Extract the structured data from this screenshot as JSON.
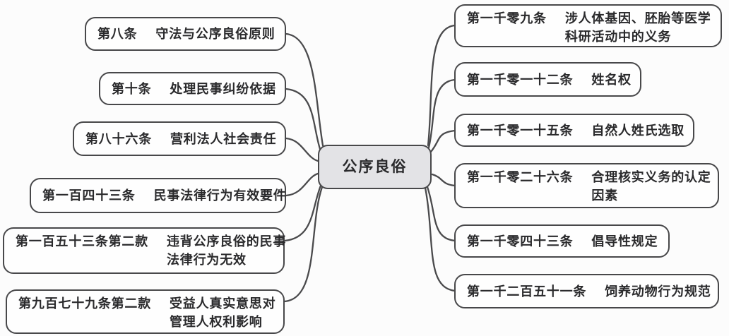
{
  "center": {
    "label": "公序良俗"
  },
  "left": {
    "a8": {
      "article": "第八条",
      "desc": "守法与公序良俗原则"
    },
    "a10": {
      "article": "第十条",
      "desc": "处理民事纠纷依据"
    },
    "a86": {
      "article": "第八十六条",
      "desc": "营利法人社会责任"
    },
    "a143": {
      "article": "第一百四十三条",
      "desc": "民事法律行为有效要件"
    },
    "a153": {
      "article": "第一百五十三条第二款",
      "desc": "违背公序良俗的民事",
      "desc2": "法律行为无效"
    },
    "a979": {
      "article": "第九百七十九条第二款",
      "desc": "受益人真实意思对",
      "desc2": "管理人权利影响"
    }
  },
  "right": {
    "a1009": {
      "article": "第一千零九条",
      "desc": "涉人体基因、胚胎等医学",
      "desc2": "科研活动中的义务"
    },
    "a1012": {
      "article": "第一千零一十二条",
      "desc": "姓名权"
    },
    "a1015": {
      "article": "第一千零一十五条",
      "desc": "自然人姓氏选取"
    },
    "a1026": {
      "article": "第一千零二十六条",
      "desc": "合理核实义务的认定",
      "desc2": "因素"
    },
    "a1043": {
      "article": "第一千零四十三条",
      "desc": "倡导性规定"
    },
    "a1251": {
      "article": "第一千二百五十一条",
      "desc": "饲养动物行为规范"
    }
  },
  "colors": {
    "line": "#4a4a4c",
    "node_border": "#48484a",
    "node_fill": "#fefefe",
    "center_fill": "#e3e3e6",
    "text": "#2a2a2c",
    "background": "#fcfcfc"
  }
}
